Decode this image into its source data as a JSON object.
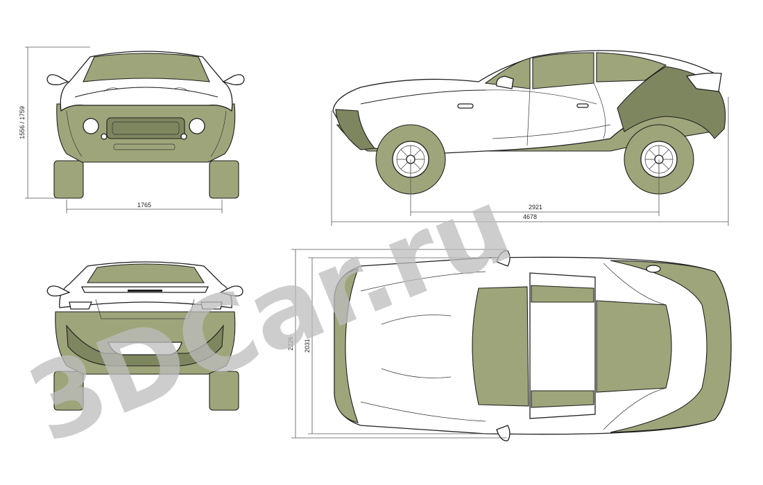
{
  "watermark": {
    "text": "3DCar.ru"
  },
  "dimensions": {
    "height": "1556 / 1759",
    "front_track": "1765",
    "wheelbase": "2921",
    "length": "4678",
    "width_mirrors": "2226",
    "width_body": "2031"
  },
  "colors": {
    "body_fill": "#ffffff",
    "panel_fill": "#9fa57a",
    "panel_dark": "#7e8660",
    "line": "#1e1e1e",
    "dimension_line": "#555555",
    "watermark": "#bdbdbd"
  }
}
